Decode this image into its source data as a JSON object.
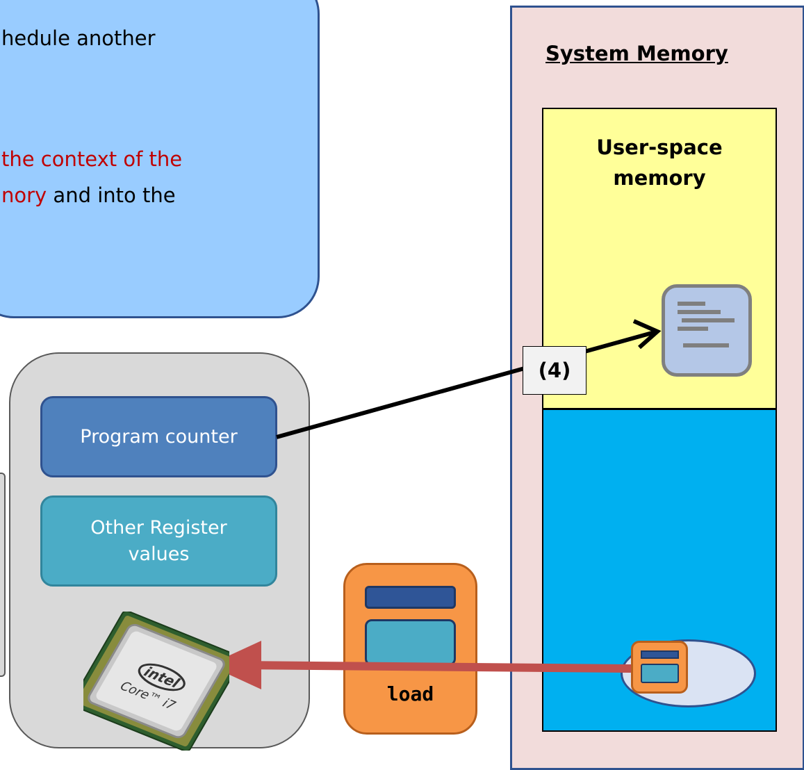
{
  "callout": {
    "line1": "hedule another",
    "line2_red": "the context of the",
    "line3_red": "nory",
    "line3_rest": " and into the"
  },
  "system_memory": {
    "title": "System Memory",
    "user_space_label_line1": "User-space",
    "user_space_label_line2": "memory"
  },
  "step": {
    "label": "(4)"
  },
  "registers": {
    "program_counter": "Program counter",
    "other_registers": "Other Register values"
  },
  "chip": {
    "brand": "intel",
    "model": "Core™ i7"
  },
  "load_block": {
    "label": "load"
  },
  "colors": {
    "callout_bg": "#99ccff",
    "system_memory_bg": "#f2dcdb",
    "user_space_bg": "#ffff99",
    "kernel_space_bg": "#00b0f0",
    "program_counter_bg": "#4f81bd",
    "other_registers_bg": "#4bacc6",
    "load_block_bg": "#f79646",
    "load_arrow": "#c0504d",
    "red_text": "#c00000"
  },
  "icons": [
    "document-icon",
    "cpu-chip-icon",
    "arrow-icon"
  ]
}
